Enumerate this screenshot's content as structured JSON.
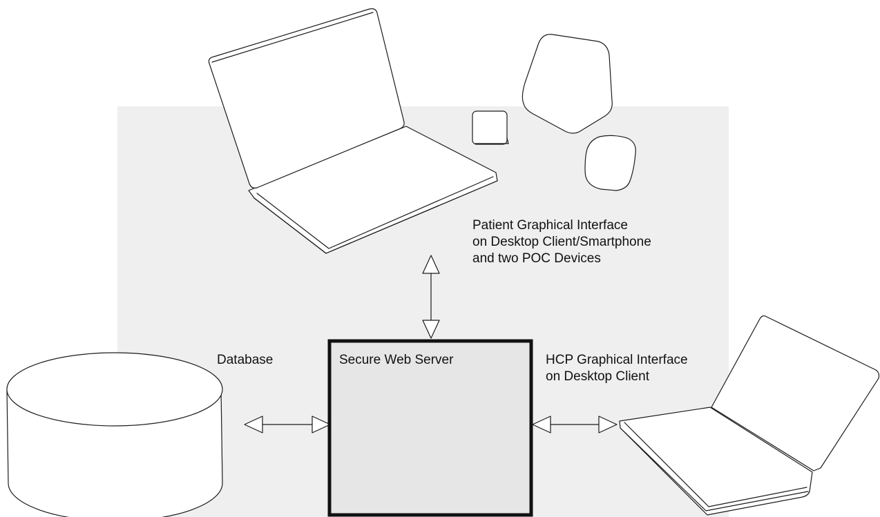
{
  "labels": {
    "patient_line1": "Patient Graphical Interface",
    "patient_line2": "on Desktop Client/Smartphone",
    "patient_line3": "and two POC Devices",
    "database": "Database",
    "server": "Secure Web Server",
    "hcp_line1": "HCP Graphical Interface",
    "hcp_line2": "on Desktop Client"
  },
  "colors": {
    "background_panel": "#efefef",
    "server_box": "#e6e6e6",
    "outline": "#1a1a1a"
  },
  "icons": [
    "laptop-icon",
    "smartphone-icon",
    "poc-device-icon",
    "database-cylinder-icon",
    "bidirectional-arrow-icon"
  ]
}
